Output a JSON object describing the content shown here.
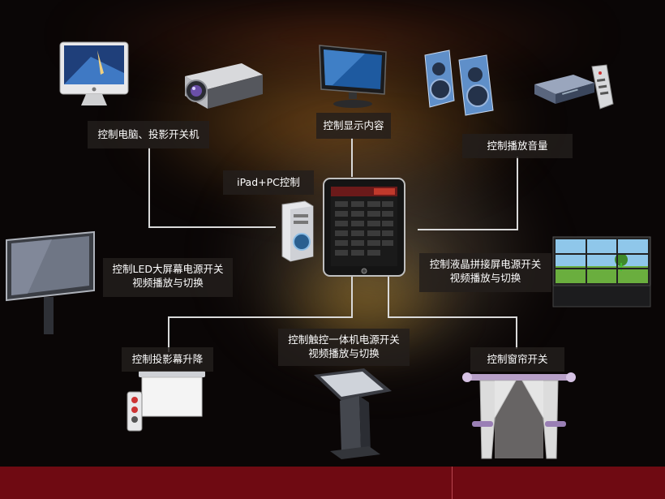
{
  "hub_label": "iPad+PC控制",
  "labels": {
    "pc_projector": "控制电脑、投影开关机",
    "display": "控制显示内容",
    "audio": "控制播放音量",
    "led_line1": "控制LED大屏幕电源开关",
    "led_line2": "视频播放与切换",
    "lcd_wall_line1": "控制液晶拼接屏电源开关",
    "lcd_wall_line2": "视频播放与切换",
    "screen": "控制投影幕升降",
    "kiosk_line1": "控制触控一体机电源开关",
    "kiosk_line2": "视频播放与切换",
    "curtain": "控制窗帘开关"
  },
  "colors": {
    "background": "#0a0606",
    "connector": "#d9d9d9",
    "label_bg": "#231e1c",
    "bottom_bar": "#6f0a12",
    "ipad_screen_accent": "#c0392b"
  },
  "icons": [
    "imac-icon",
    "projector-icon",
    "monitor-icon",
    "speakers-icon",
    "dvd-player-icon",
    "remote-icon",
    "pc-tower-icon",
    "ipad-icon",
    "led-billboard-icon",
    "video-wall-icon",
    "projection-screen-icon",
    "touch-kiosk-icon",
    "curtain-icon"
  ]
}
